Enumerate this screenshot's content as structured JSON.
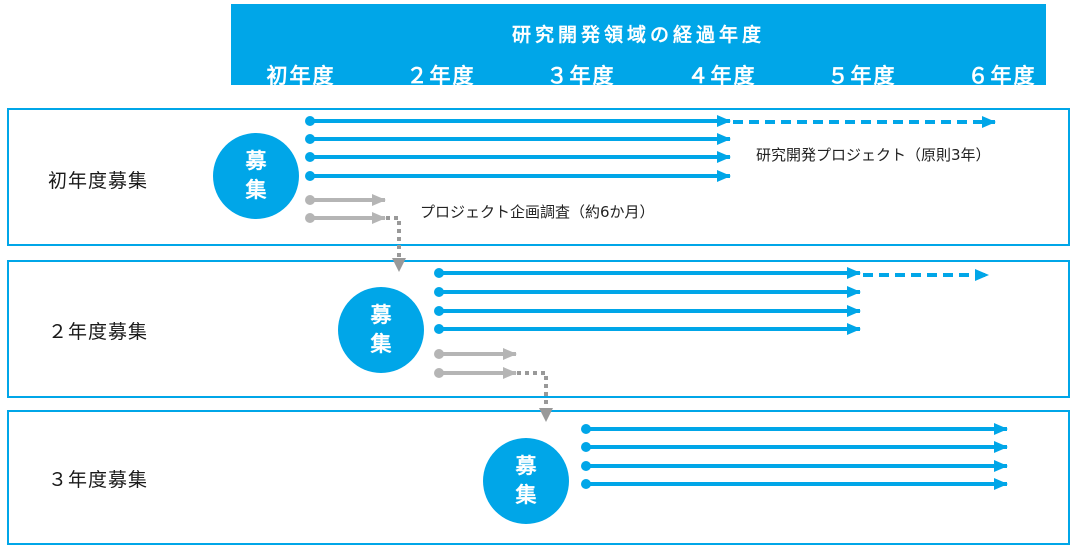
{
  "header": {
    "title": "研究開発領域の経過年度",
    "years": [
      "初年度",
      "２年度",
      "３年度",
      "４年度",
      "５年度",
      "６年度"
    ]
  },
  "rows": [
    {
      "label": "初年度募集",
      "badge": [
        "募",
        "集"
      ]
    },
    {
      "label": "２年度募集",
      "badge": [
        "募",
        "集"
      ]
    },
    {
      "label": "３年度募集",
      "badge": [
        "募",
        "集"
      ]
    }
  ],
  "notes": {
    "rd_project": "研究開発プロジェクト（原則3年）",
    "planning_survey": "プロジェクト企画調査（約6か月）"
  },
  "colors": {
    "accent": "#00a6e8",
    "gray": "#b5b5b5",
    "white": "#ffffff"
  },
  "icons": {
    "badge": "recruitment-bubble",
    "arrow": "arrow-right-icon",
    "dotted": "dotted-connector"
  }
}
